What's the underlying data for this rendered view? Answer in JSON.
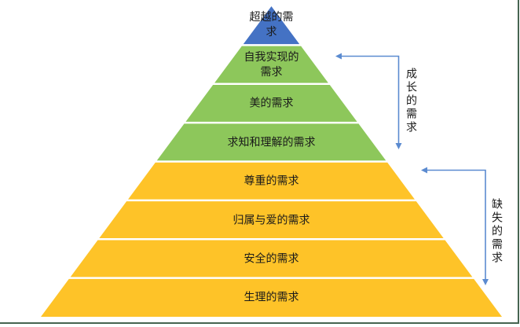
{
  "diagram": {
    "type": "pyramid-hierarchy",
    "levels": [
      {
        "label": "超越的需\n求",
        "color": "#4472C4",
        "group": "top"
      },
      {
        "label": "自我实现的\n需求",
        "color": "#8DC75B",
        "group": "growth"
      },
      {
        "label": "美的需求",
        "color": "#8DC75B",
        "group": "growth"
      },
      {
        "label": "求知和理解的需求",
        "color": "#8DC75B",
        "group": "growth"
      },
      {
        "label": "尊重的需求",
        "color": "#FEC328",
        "group": "deficiency"
      },
      {
        "label": "归属与爱的需求",
        "color": "#FEC328",
        "group": "deficiency"
      },
      {
        "label": "安全的需求",
        "color": "#FEC328",
        "group": "deficiency"
      },
      {
        "label": "生理的需求",
        "color": "#FEC328",
        "group": "deficiency"
      }
    ],
    "annotations": [
      {
        "label": "成长的需求"
      },
      {
        "label": "缺失的需求"
      }
    ],
    "colors": {
      "arrow": "#5B8BD0",
      "frame": "#466450",
      "divider": "#FFFFFF",
      "text": "#1A1A1A"
    }
  }
}
